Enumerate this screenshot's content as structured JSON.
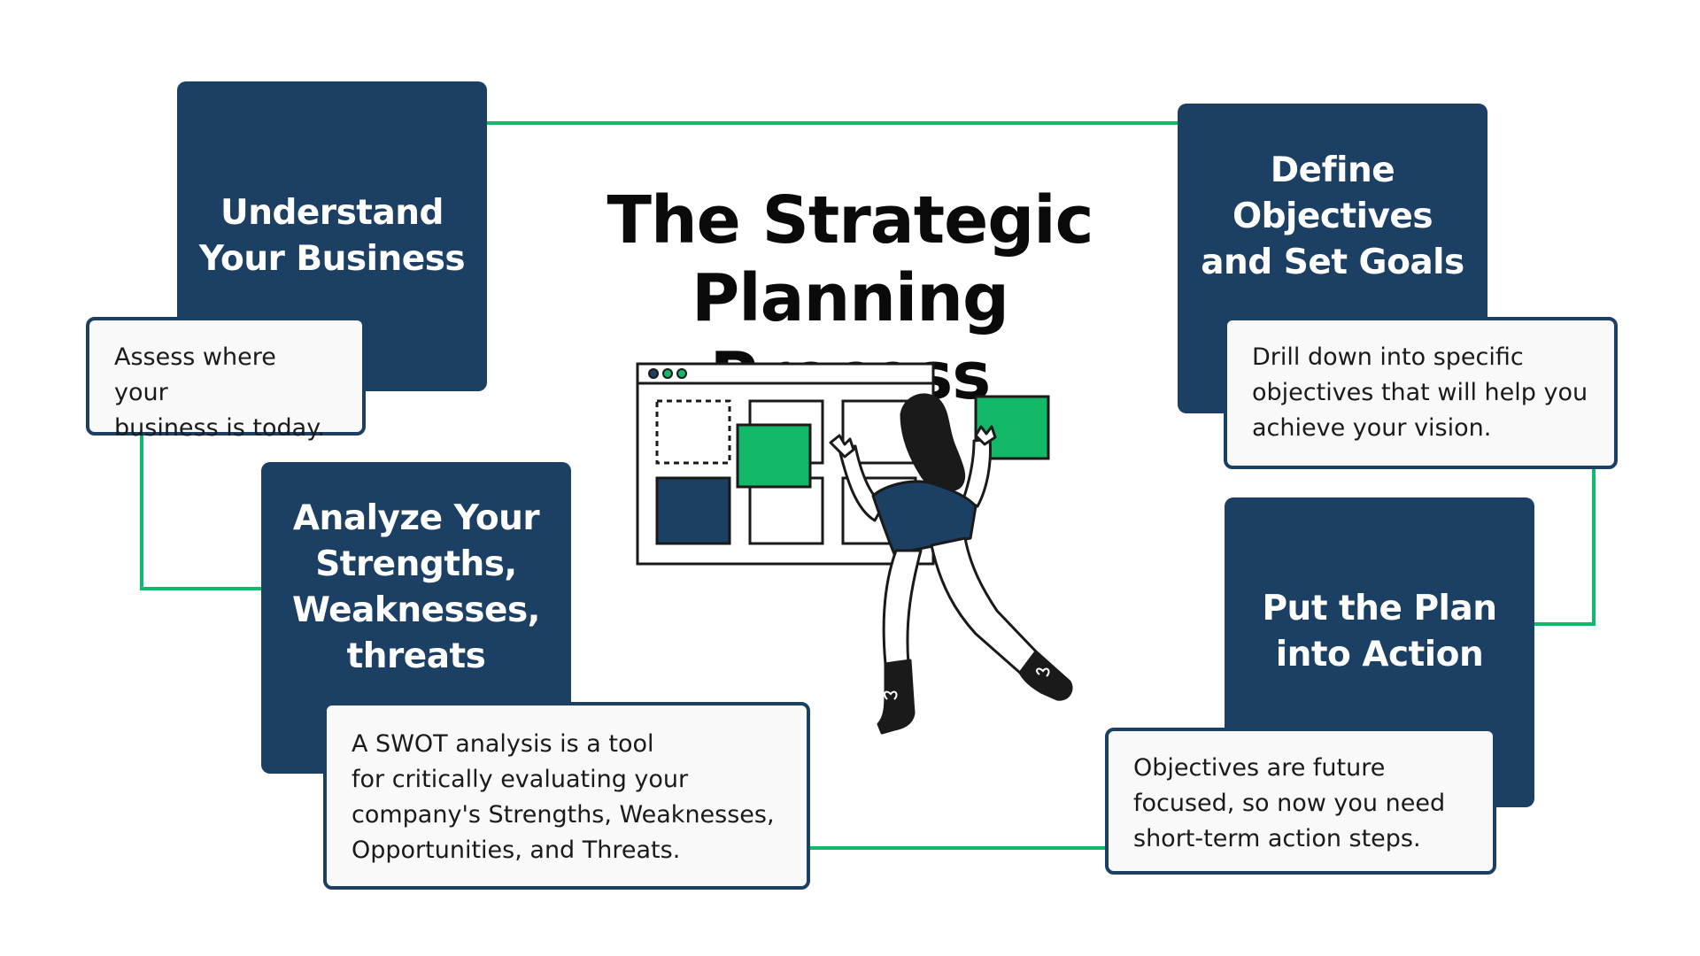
{
  "title": {
    "line1": "The Strategic",
    "line2": "Planning Process"
  },
  "steps": [
    {
      "heading_lines": [
        "Understand",
        "Your Business"
      ],
      "description_lines": [
        "Assess where your",
        "business is today."
      ]
    },
    {
      "heading_lines": [
        "Analyze Your",
        "Strengths,",
        "Weaknesses,",
        "threats"
      ],
      "description_lines": [
        "A SWOT analysis is a tool",
        "for critically evaluating your",
        "company's Strengths, Weaknesses,",
        "Opportunities, and Threats."
      ]
    },
    {
      "heading_lines": [
        "Define",
        "Objectives",
        "and Set Goals"
      ],
      "description_lines": [
        "Drill down into specific",
        "objectives that will help you",
        "achieve your vision."
      ]
    },
    {
      "heading_lines": [
        "Put the Plan",
        "into Action"
      ],
      "description_lines": [
        "Objectives are future",
        "focused, so now you need",
        "short-term action steps."
      ]
    }
  ],
  "colors": {
    "box_fill": "#1c3f64",
    "connector": "#13b96b",
    "accent_green": "#12b866",
    "card_background": "#f9f9f9"
  },
  "icons": [
    "browser-window-icon",
    "woman-arranging-boards-icon"
  ]
}
